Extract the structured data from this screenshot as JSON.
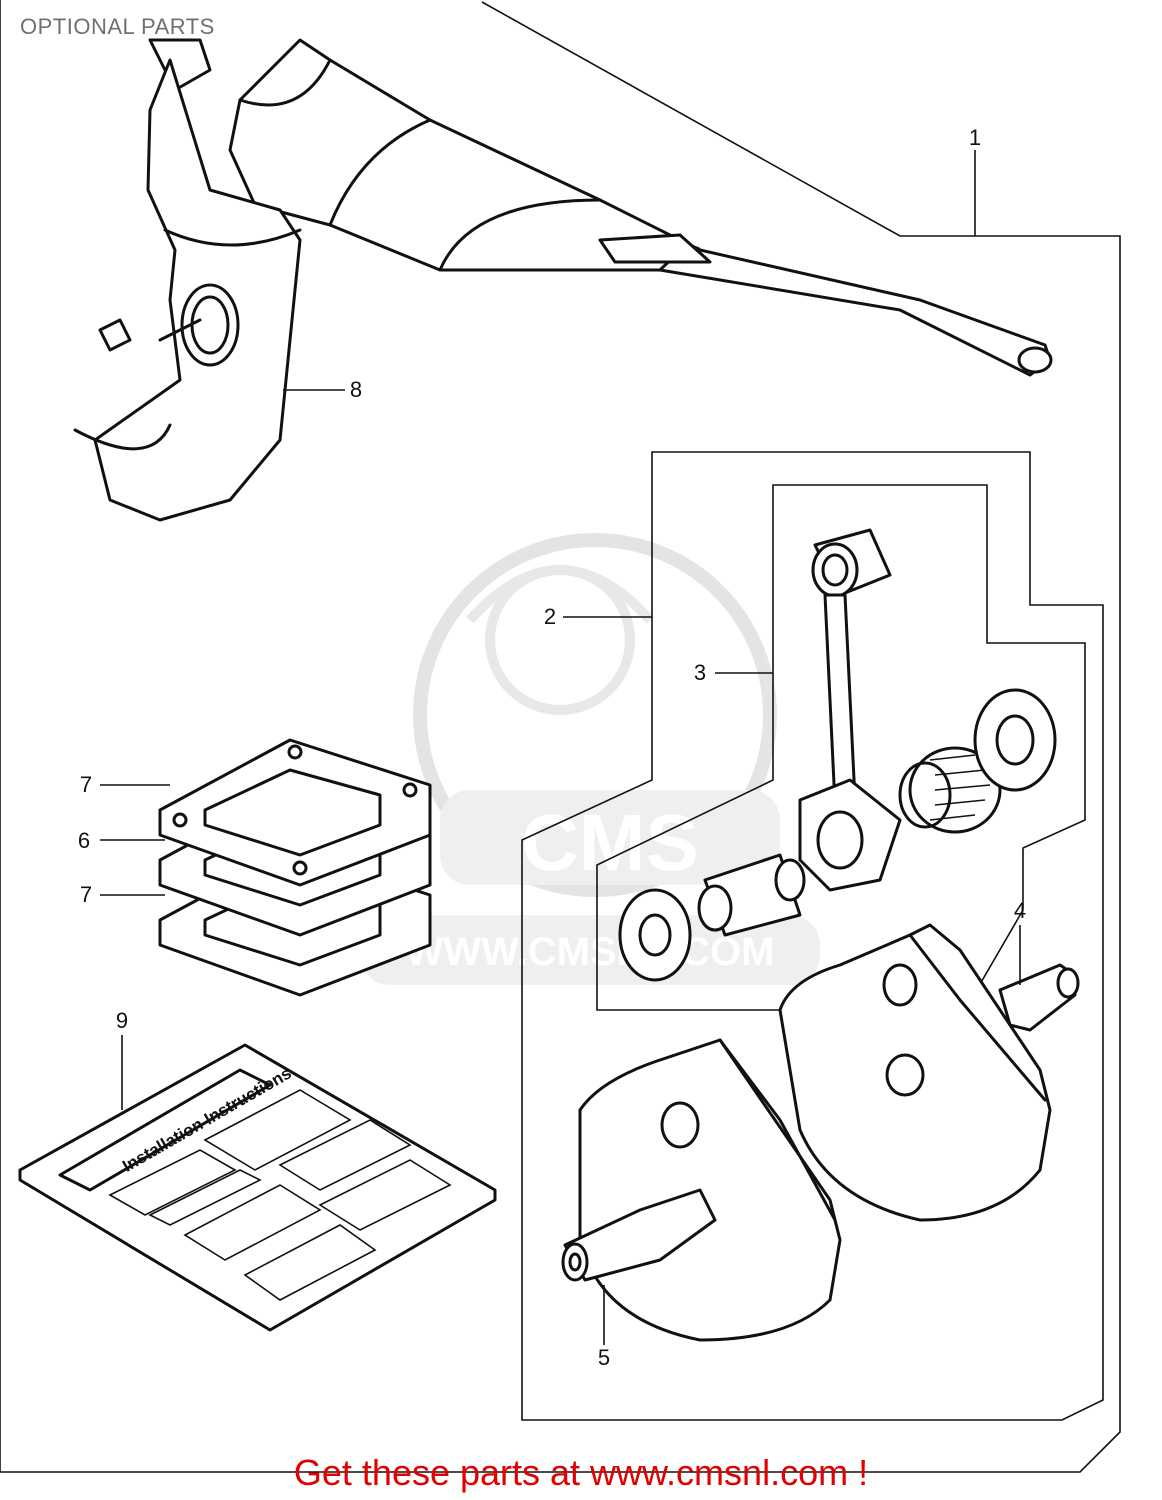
{
  "diagram": {
    "title": "OPTIONAL PARTS",
    "callouts": {
      "c1": "1",
      "c2": "2",
      "c3": "3",
      "c4": "4",
      "c5": "5",
      "c6": "6",
      "c7a": "7",
      "c7b": "7",
      "c8": "8",
      "c9": "9"
    },
    "instructions_sheet_text": "Installation Instructions",
    "watermark": {
      "logo_text": "CMS",
      "url_text": "WWW.CMSNL.COM"
    }
  },
  "footer": {
    "cta_text": "Get these parts at www.cmsnl.com !"
  },
  "colors": {
    "cta": "#e00000",
    "ink": "#111111",
    "title": "#707070",
    "watermark": "#d0d0d0"
  }
}
